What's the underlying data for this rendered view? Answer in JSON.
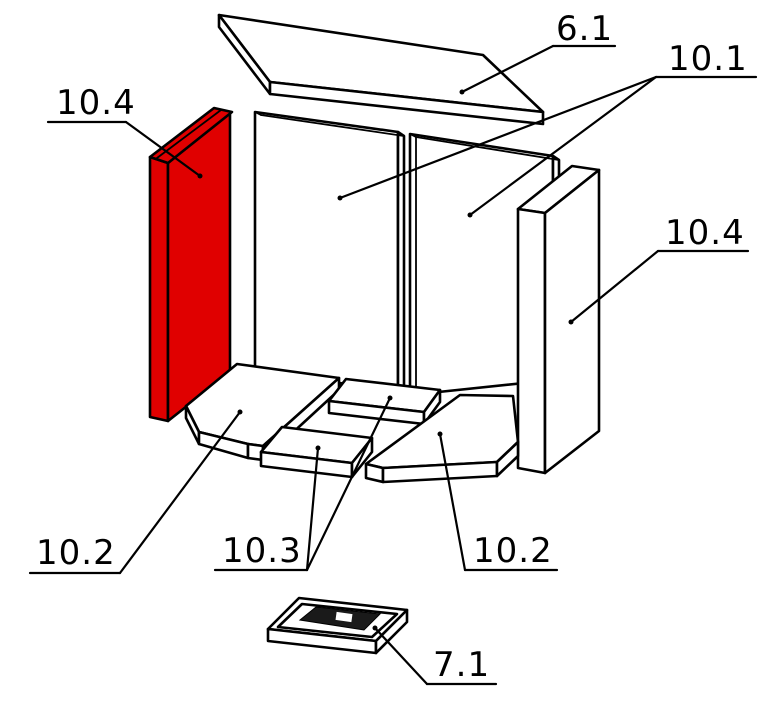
{
  "colors": {
    "highlight": "#e00000",
    "line": "#000000",
    "background": "#ffffff"
  },
  "labels": {
    "top_plate": "6.1",
    "back_panels": "10.1",
    "side_left": "10.4",
    "side_right": "10.4",
    "floor_left": "10.2",
    "floor_center": "10.3",
    "floor_right": "10.2",
    "ash_tray": "7.1"
  },
  "highlighted_part": "10.4"
}
